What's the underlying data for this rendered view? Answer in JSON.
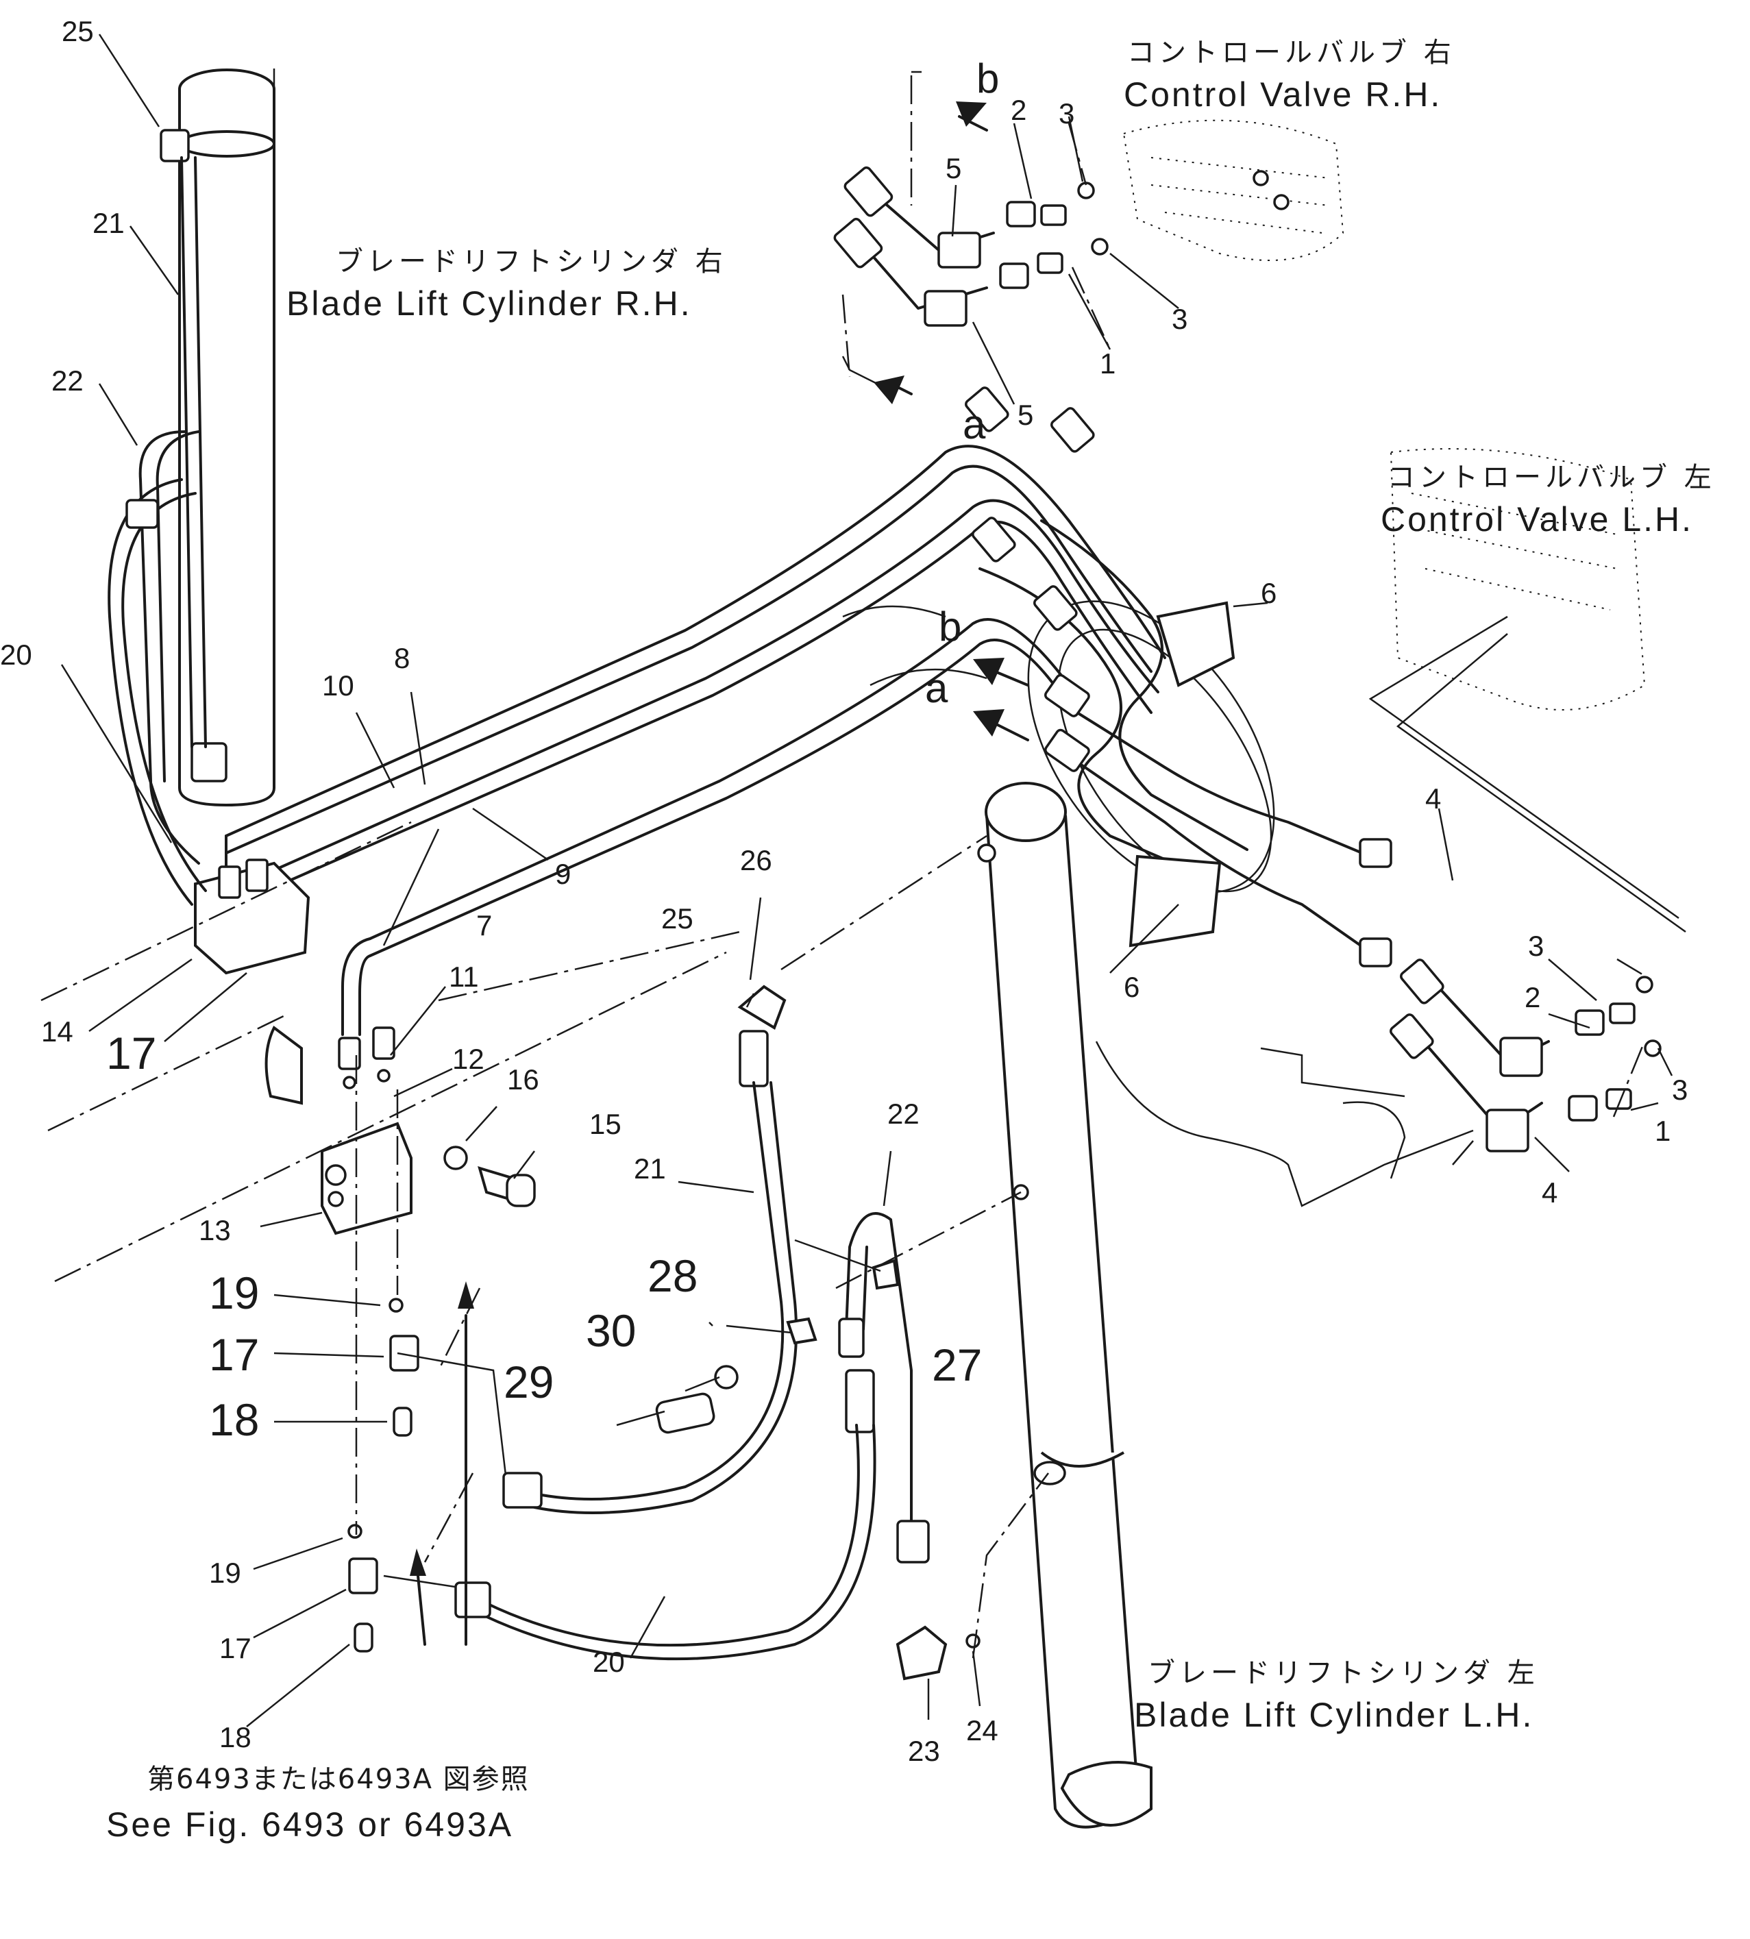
{
  "labels": {
    "control_valve_rh_jp": "コントロールバルブ 右",
    "control_valve_rh_en": "Control Valve  R.H.",
    "control_valve_lh_jp": "コントロールバルブ 左",
    "control_valve_lh_en": "Control Valve  L.H.",
    "blade_lift_cyl_rh_jp": "ブレードリフトシリンダ 右",
    "blade_lift_cyl_rh_en": "Blade Lift Cylinder R.H.",
    "blade_lift_cyl_lh_jp": "ブレードリフトシリンダ 左",
    "blade_lift_cyl_lh_en": "Blade Lift Cylinder L.H.",
    "see_fig_jp": "第6493または6493A 図参照",
    "see_fig_en": "See Fig. 6493 or 6493A"
  },
  "connection_refs": {
    "a": "a",
    "b": "b"
  },
  "callouts": {
    "c1": "1",
    "c2": "2",
    "c3": "3",
    "c4": "4",
    "c5": "5",
    "c6": "6",
    "c7": "7",
    "c8": "8",
    "c9": "9",
    "c10": "10",
    "c11": "11",
    "c12": "12",
    "c13": "13",
    "c14": "14",
    "c15": "15",
    "c16": "16",
    "c17": "17",
    "c18": "18",
    "c19": "19",
    "c20": "20",
    "c21": "21",
    "c22": "22",
    "c23": "23",
    "c24": "24",
    "c25": "25",
    "c26": "26",
    "c27": "27",
    "c28": "28",
    "c29": "29",
    "c30": "30"
  }
}
